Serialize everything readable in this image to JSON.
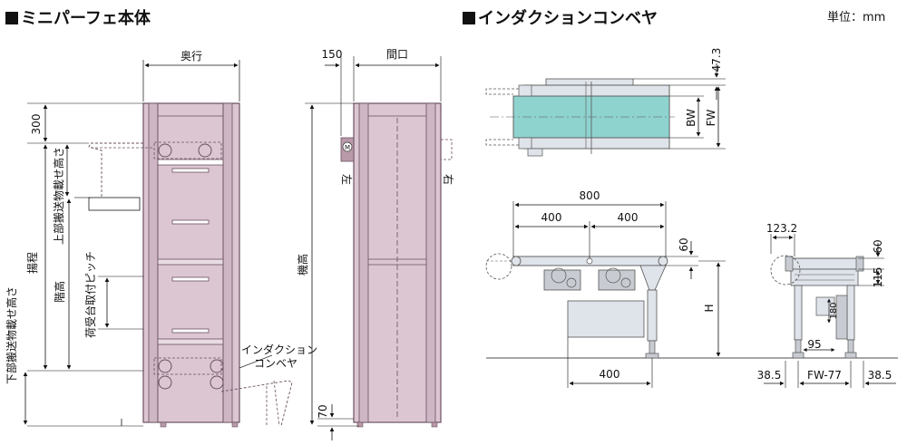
{
  "titles": {
    "left": "ミニパーフェ本体",
    "right": "インダクションコンベヤ",
    "unit": "単位：mm"
  },
  "left_view": {
    "depth": "奥行",
    "dim_300": "300",
    "upper_height": "上部搬送物載せ高さ",
    "lift": "揚程",
    "floor_height": "階高",
    "pitch": "荷受台取付ピッチ",
    "lower_height": "下部搬送物載せ高さ",
    "conveyor_line1": "インダクション",
    "conveyor_line2": "コンベヤ"
  },
  "front_view": {
    "dim_150": "150",
    "width": "間口",
    "motor": "M",
    "left": "左",
    "right": "右",
    "machine_height": "機高",
    "dim_70": "70"
  },
  "conveyor_top": {
    "dim_47_3": "47.3",
    "bw": "BW",
    "fw": "FW"
  },
  "conveyor_side": {
    "dim_800": "800",
    "dim_400a": "400",
    "dim_400b": "400",
    "dim_60": "60",
    "h": "H",
    "dim_400c": "400"
  },
  "conveyor_end": {
    "dim_123_2": "123.2",
    "dim_60": "60",
    "dim_115": "115",
    "dim_180": "180",
    "dim_95": "95",
    "dim_38_5a": "38.5",
    "fw_77": "FW-77",
    "dim_38_5b": "38.5"
  },
  "colors": {
    "frame": "#d9c4cf",
    "frame_stroke": "#6a5060",
    "belt": "#8fd3cf",
    "gray_part": "#c8ccd2",
    "steel": "#dfe3ea"
  }
}
